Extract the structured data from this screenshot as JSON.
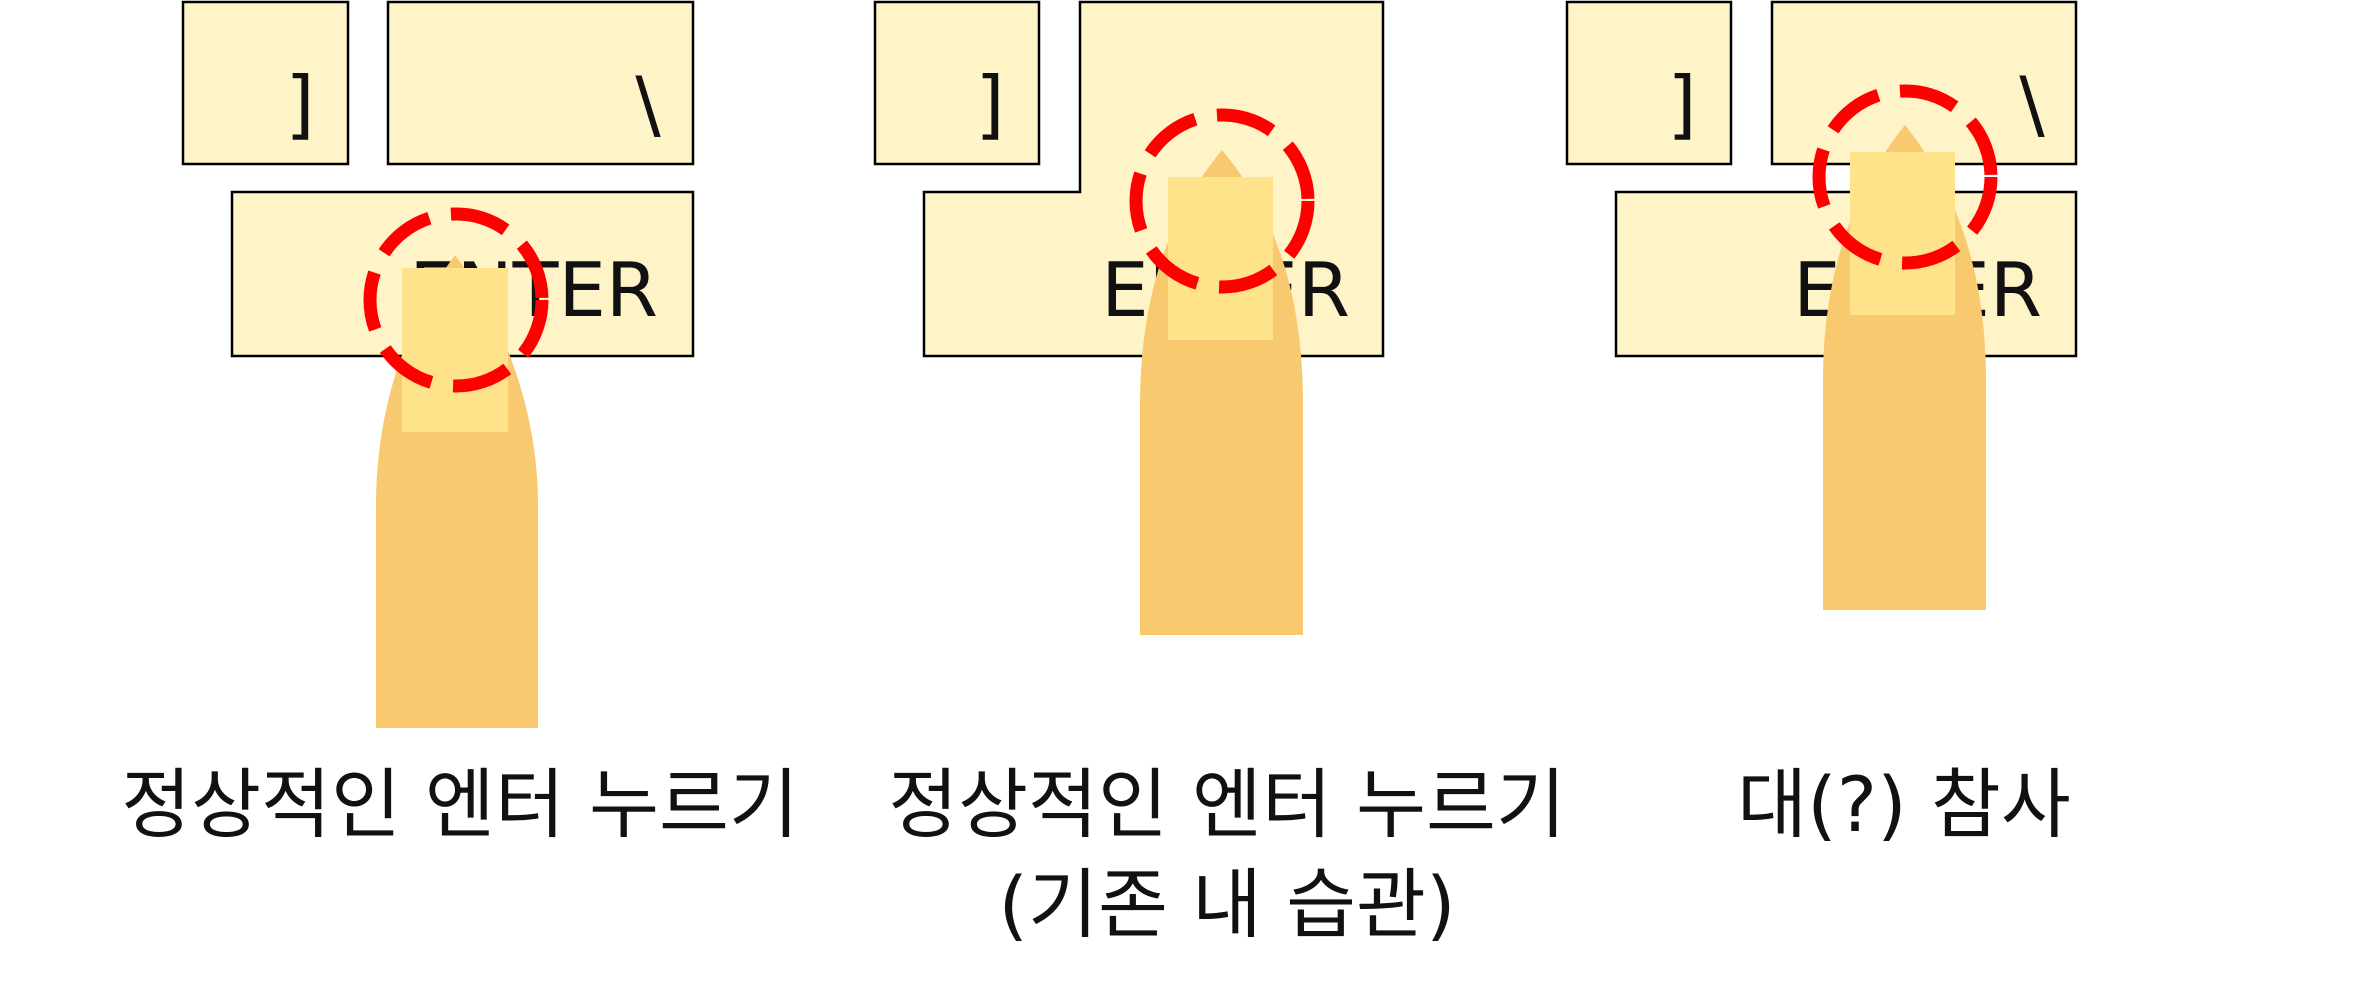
{
  "keys": {
    "bracket": "]",
    "backslash": "\\",
    "enter": "ENTER"
  },
  "panels": [
    {
      "caption_lines": [
        "정상적인 엔터 누르기"
      ]
    },
    {
      "caption_lines": [
        "정상적인 엔터 누르기",
        "(기존 내 습관)"
      ]
    },
    {
      "caption_lines": [
        "대(?) 참사"
      ]
    }
  ],
  "colors": {
    "key_fill": "#fff3c8",
    "finger": "#f8c96f",
    "nail": "#ffe38a",
    "press_marker": "#ff0000"
  }
}
